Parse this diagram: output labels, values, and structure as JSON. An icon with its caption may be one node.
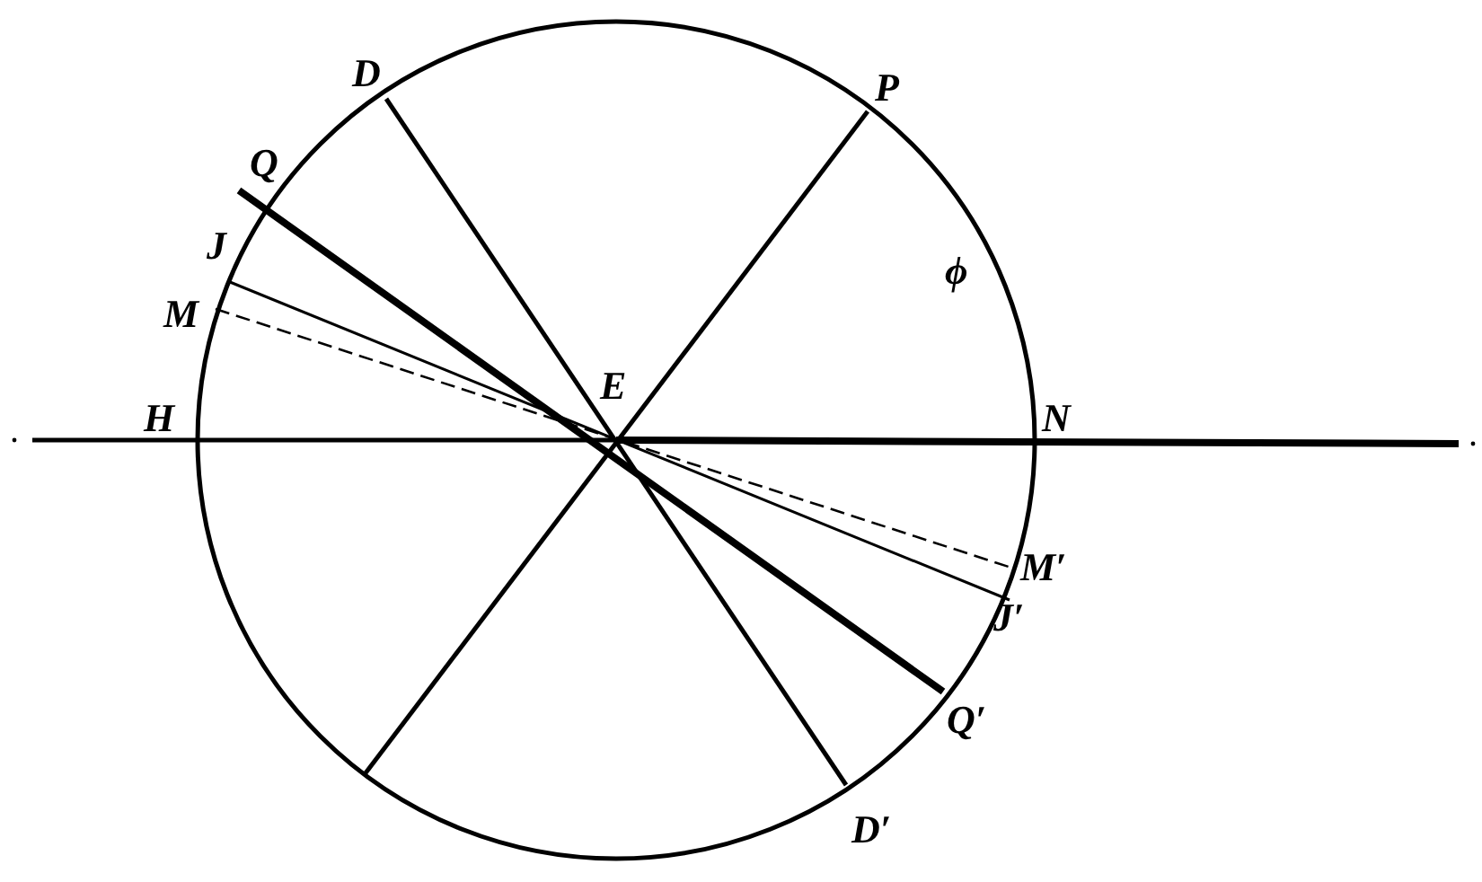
{
  "diagram": {
    "labels": [
      "D",
      "P",
      "Q",
      "J",
      "M",
      "ϕ",
      "E",
      "H",
      "N",
      "M′",
      "J′",
      "Q′",
      "D′"
    ]
  }
}
